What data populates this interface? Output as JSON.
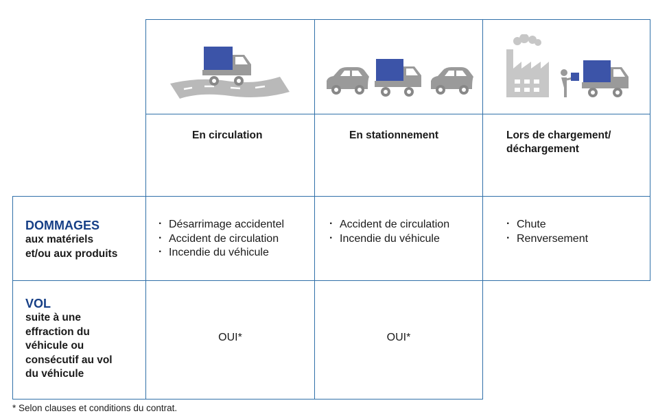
{
  "columns": [
    {
      "header": "En circulation",
      "icon": "truck-on-road-icon"
    },
    {
      "header": "En stationnement",
      "icon": "parked-truck-between-cars-icon"
    },
    {
      "header": "Lors de chargement/ déchargement",
      "header_line1": "Lors de chargement/",
      "header_line2": "déchargement",
      "icon": "factory-loading-truck-icon"
    }
  ],
  "rows": [
    {
      "title": "DOMMAGES",
      "subtitle_lines": [
        "aux matériels",
        "et/ou aux produits"
      ],
      "cells": [
        [
          "Désarrimage accidentel",
          "Accident de circulation",
          "Incendie du véhicule"
        ],
        [
          "Accident de circulation",
          "Incendie du véhicule"
        ],
        [
          "Chute",
          "Renversement"
        ]
      ]
    },
    {
      "title": "VOL",
      "subtitle_lines": [
        "suite à une",
        "effraction du",
        "véhicule ou",
        "consécutif au vol",
        "du véhicule"
      ],
      "cells": [
        "OUI*",
        "OUI*",
        ""
      ]
    }
  ],
  "footnote": "* Selon clauses et conditions du contrat.",
  "colors": {
    "border": "#2f6fa8",
    "title": "#163f86",
    "truck_box": "#3c54a8",
    "vehicle_grey": "#9a9a9a"
  }
}
